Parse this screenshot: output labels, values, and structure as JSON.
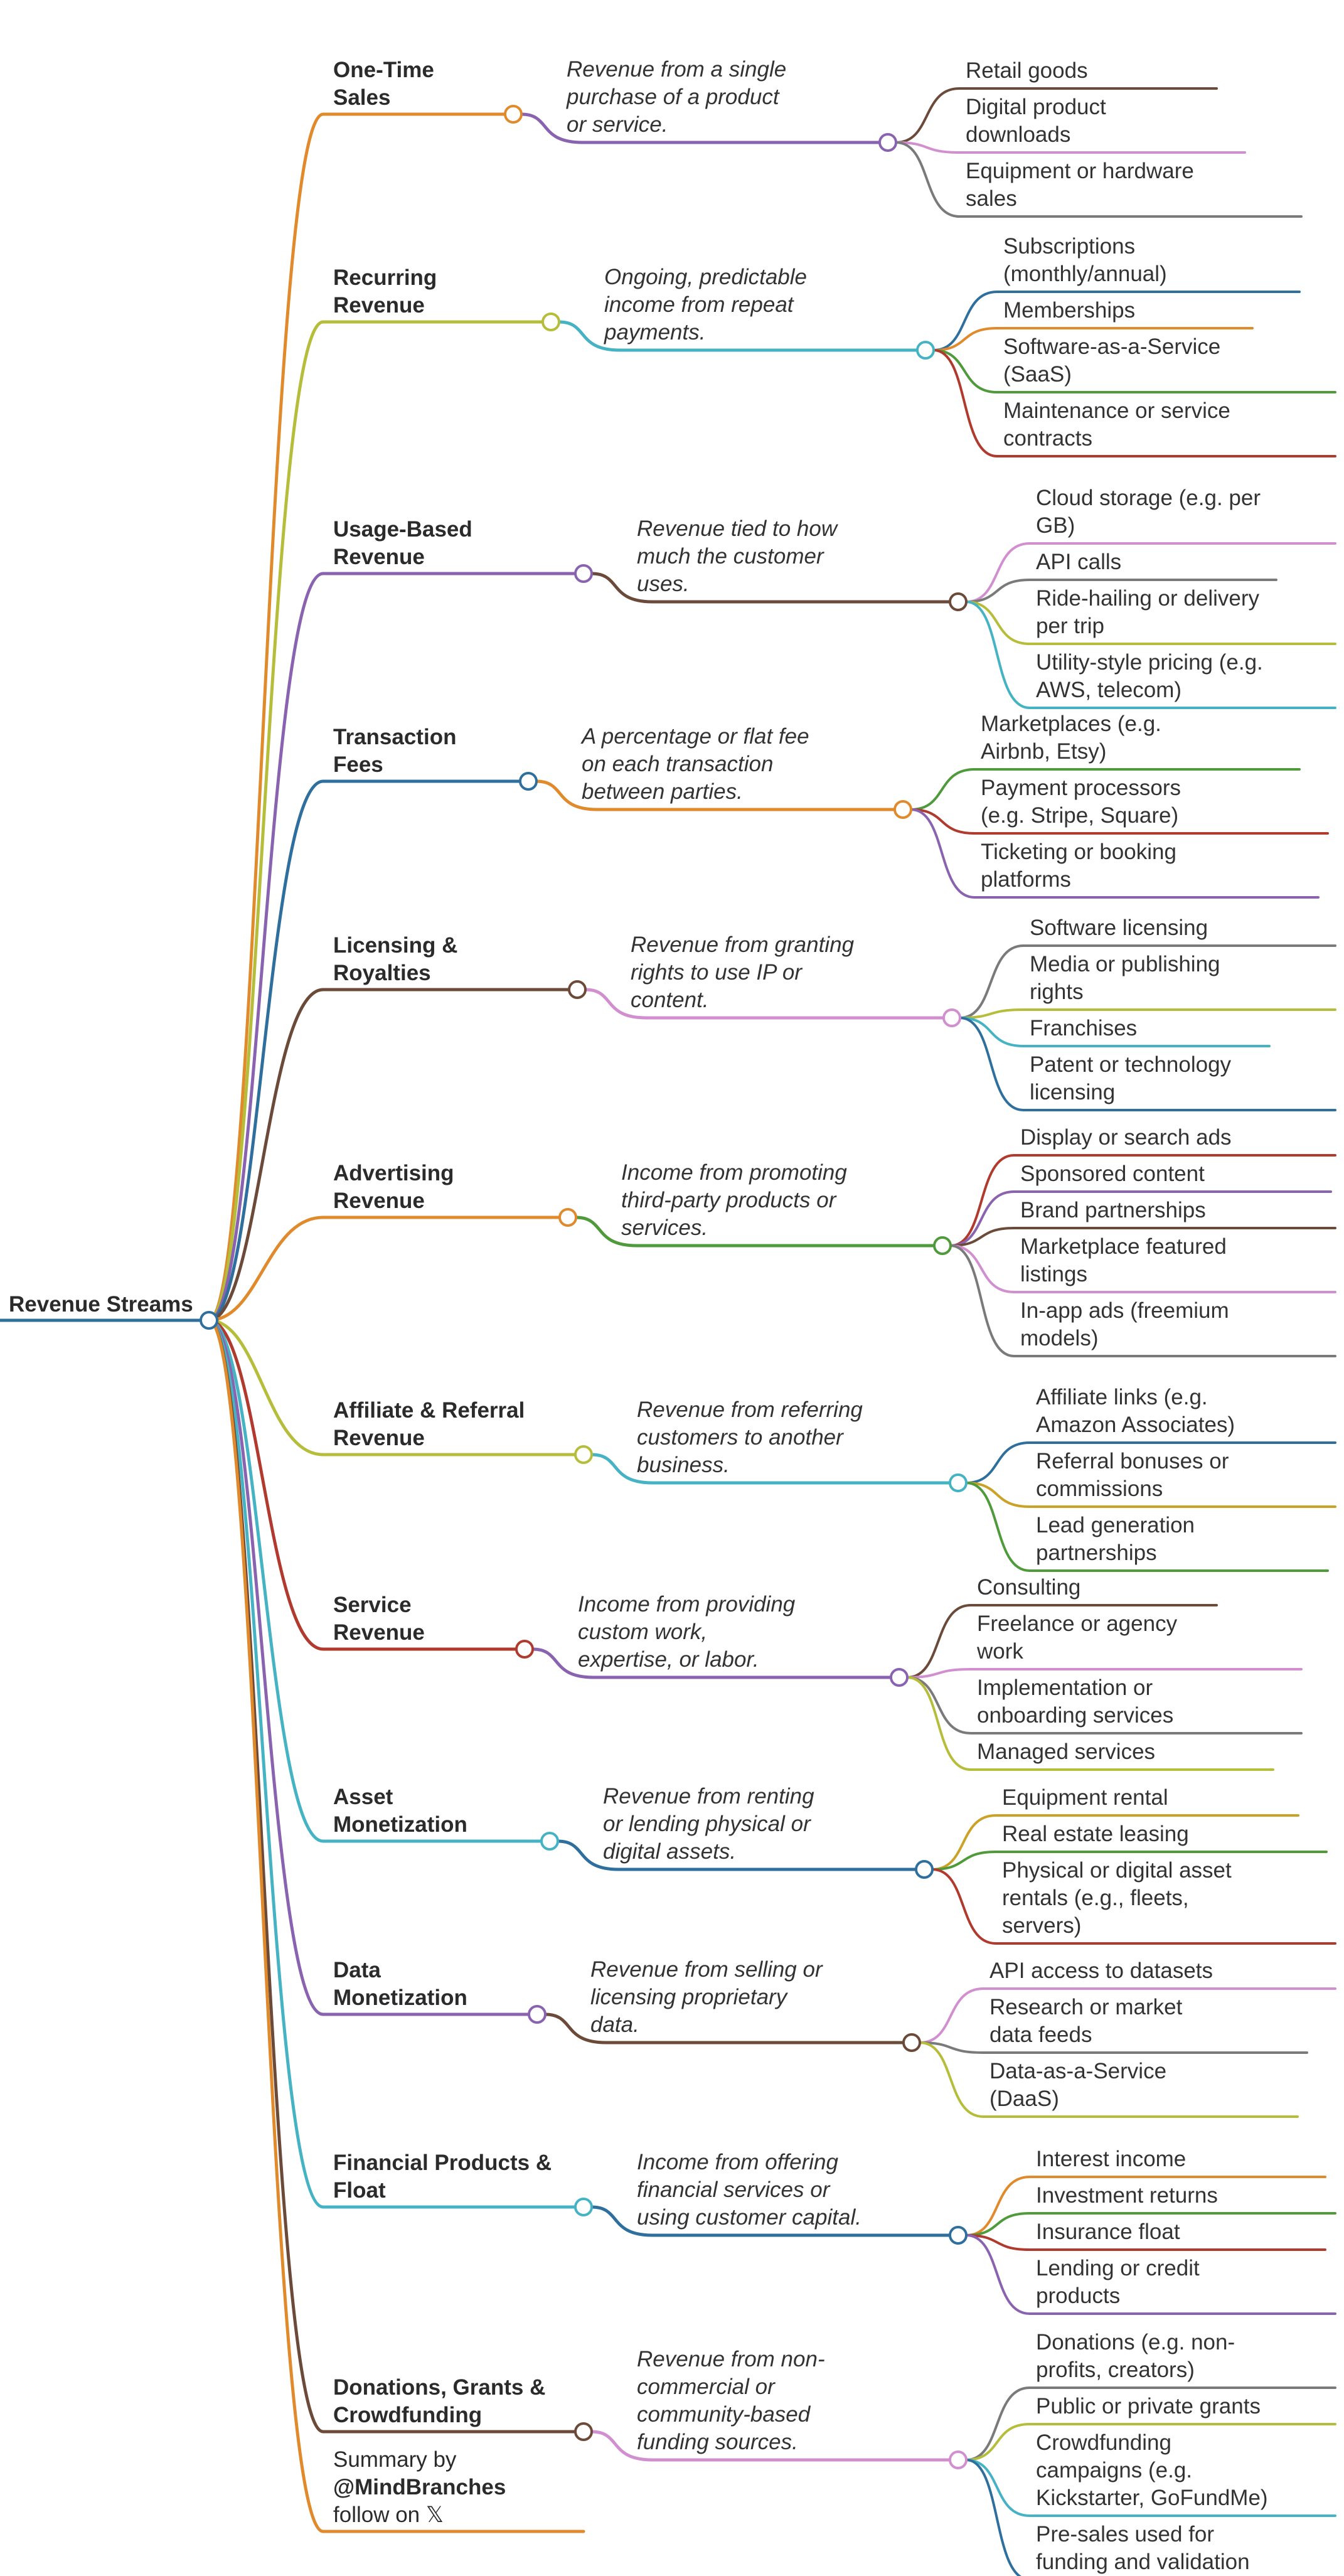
{
  "root": {
    "label": "Revenue Streams"
  },
  "colors": {
    "root": "#2e6f9e",
    "palette": [
      "#e08a2c",
      "#b5bd3a",
      "#8a63b0",
      "#2e6f9e",
      "#6b4a3a",
      "#e08a2c",
      "#b5bd3a",
      "#b03a2e",
      "#45b3c4",
      "#8a63b0",
      "#45b3c4",
      "#6b4a3a"
    ]
  },
  "branches": [
    {
      "label": "One-Time Sales",
      "desc_color": "#8a63b0",
      "description": [
        "Revenue from a single",
        "purchase of a product",
        "or service."
      ],
      "leaves": [
        {
          "lines": [
            "Retail goods"
          ],
          "color": "#6b4a3a"
        },
        {
          "lines": [
            "Digital product",
            "downloads"
          ],
          "color": "#d18fcf"
        },
        {
          "lines": [
            "Equipment or hardware",
            "sales"
          ],
          "color": "#7a7a7a"
        }
      ]
    },
    {
      "label": "Recurring Revenue",
      "desc_color": "#45b3c4",
      "description": [
        "Ongoing, predictable",
        "income from repeat",
        "payments."
      ],
      "leaves": [
        {
          "lines": [
            "Subscriptions",
            "(monthly/annual)"
          ],
          "color": "#2e6f9e"
        },
        {
          "lines": [
            "Memberships"
          ],
          "color": "#e08a2c"
        },
        {
          "lines": [
            "Software-as-a-Service",
            "(SaaS)"
          ],
          "color": "#4f9a3a"
        },
        {
          "lines": [
            "Maintenance or service",
            "contracts"
          ],
          "color": "#b03a2e"
        }
      ]
    },
    {
      "label": "Usage-Based Revenue",
      "desc_color": "#6b4a3a",
      "description": [
        "Revenue tied to how",
        "much the customer",
        "uses."
      ],
      "leaves": [
        {
          "lines": [
            "Cloud storage (e.g. per",
            "GB)"
          ],
          "color": "#d18fcf"
        },
        {
          "lines": [
            "API calls"
          ],
          "color": "#7a7a7a"
        },
        {
          "lines": [
            "Ride-hailing or delivery",
            "per trip"
          ],
          "color": "#b5bd3a"
        },
        {
          "lines": [
            "Utility-style pricing (e.g.",
            "AWS, telecom)"
          ],
          "color": "#45b3c4"
        }
      ]
    },
    {
      "label": "Transaction Fees",
      "desc_color": "#e08a2c",
      "description": [
        "A percentage or flat fee",
        "on each transaction",
        "between parties."
      ],
      "leaves": [
        {
          "lines": [
            "Marketplaces (e.g.",
            "Airbnb, Etsy)"
          ],
          "color": "#4f9a3a"
        },
        {
          "lines": [
            "Payment processors",
            "(e.g. Stripe, Square)"
          ],
          "color": "#b03a2e"
        },
        {
          "lines": [
            "Ticketing or booking",
            "platforms"
          ],
          "color": "#8a63b0"
        }
      ]
    },
    {
      "label": "Licensing & Royalties",
      "desc_color": "#d18fcf",
      "description": [
        "Revenue from granting",
        "rights to use IP or",
        "content."
      ],
      "leaves": [
        {
          "lines": [
            "Software licensing"
          ],
          "color": "#7a7a7a"
        },
        {
          "lines": [
            "Media or publishing",
            "rights"
          ],
          "color": "#b5bd3a"
        },
        {
          "lines": [
            "Franchises"
          ],
          "color": "#45b3c4"
        },
        {
          "lines": [
            "Patent or technology",
            "licensing"
          ],
          "color": "#2e6f9e"
        }
      ]
    },
    {
      "label": "Advertising Revenue",
      "desc_color": "#4f9a3a",
      "description": [
        "Income from promoting",
        "third-party products or",
        "services."
      ],
      "leaves": [
        {
          "lines": [
            "Display or search ads"
          ],
          "color": "#b03a2e"
        },
        {
          "lines": [
            "Sponsored content"
          ],
          "color": "#8a63b0"
        },
        {
          "lines": [
            "Brand partnerships"
          ],
          "color": "#6b4a3a"
        },
        {
          "lines": [
            "Marketplace featured",
            "listings"
          ],
          "color": "#d18fcf"
        },
        {
          "lines": [
            "In-app ads (freemium",
            "models)"
          ],
          "color": "#7a7a7a"
        }
      ]
    },
    {
      "label": "Affiliate & Referral Revenue",
      "desc_color": "#45b3c4",
      "description": [
        "Revenue from referring",
        "customers to another",
        "business."
      ],
      "leaves": [
        {
          "lines": [
            "Affiliate links (e.g.",
            "Amazon Associates)"
          ],
          "color": "#2e6f9e"
        },
        {
          "lines": [
            "Referral bonuses or",
            "commissions"
          ],
          "color": "#c9a227"
        },
        {
          "lines": [
            "Lead generation",
            "partnerships"
          ],
          "color": "#4f9a3a"
        }
      ]
    },
    {
      "label": "Service Revenue",
      "desc_color": "#8a63b0",
      "description": [
        "Income from providing",
        "custom work,",
        "expertise, or labor."
      ],
      "leaves": [
        {
          "lines": [
            "Consulting"
          ],
          "color": "#6b4a3a"
        },
        {
          "lines": [
            "Freelance or agency",
            "work"
          ],
          "color": "#d18fcf"
        },
        {
          "lines": [
            "Implementation or",
            "onboarding services"
          ],
          "color": "#7a7a7a"
        },
        {
          "lines": [
            "Managed services"
          ],
          "color": "#b5bd3a"
        }
      ]
    },
    {
      "label": "Asset Monetization",
      "desc_color": "#2e6f9e",
      "description": [
        "Revenue from renting",
        "or lending physical or",
        "digital assets."
      ],
      "leaves": [
        {
          "lines": [
            "Equipment rental"
          ],
          "color": "#c9a227"
        },
        {
          "lines": [
            "Real estate leasing"
          ],
          "color": "#4f9a3a"
        },
        {
          "lines": [
            "Physical or digital asset",
            "rentals (e.g., fleets,",
            "servers)"
          ],
          "color": "#b03a2e"
        }
      ]
    },
    {
      "label": "Data Monetization",
      "desc_color": "#6b4a3a",
      "description": [
        "Revenue from selling or",
        "licensing proprietary",
        "data."
      ],
      "leaves": [
        {
          "lines": [
            "API access to datasets"
          ],
          "color": "#d18fcf"
        },
        {
          "lines": [
            "Research or market",
            "data feeds"
          ],
          "color": "#7a7a7a"
        },
        {
          "lines": [
            "Data-as-a-Service",
            "(DaaS)"
          ],
          "color": "#b5bd3a"
        }
      ]
    },
    {
      "label": "Financial Products & Float",
      "desc_color": "#2e6f9e",
      "description": [
        "Income from offering",
        "financial services or",
        "using customer capital."
      ],
      "leaves": [
        {
          "lines": [
            "Interest income"
          ],
          "color": "#e08a2c"
        },
        {
          "lines": [
            "Investment returns"
          ],
          "color": "#4f9a3a"
        },
        {
          "lines": [
            "Insurance float"
          ],
          "color": "#b03a2e"
        },
        {
          "lines": [
            "Lending or credit",
            "products"
          ],
          "color": "#8a63b0"
        }
      ]
    },
    {
      "label": "Donations, Grants & Crowdfunding",
      "desc_color": "#d18fcf",
      "description": [
        "Revenue from non-",
        "commercial or",
        "community-based",
        "funding sources."
      ],
      "leaves": [
        {
          "lines": [
            "Donations (e.g. non-",
            "profits, creators)"
          ],
          "color": "#7a7a7a"
        },
        {
          "lines": [
            "Public or private grants"
          ],
          "color": "#b5bd3a"
        },
        {
          "lines": [
            "Crowdfunding",
            "campaigns (e.g.",
            "Kickstarter, GoFundMe)"
          ],
          "color": "#45b3c4"
        },
        {
          "lines": [
            "Pre-sales used for",
            "funding and validation"
          ],
          "color": "#2e6f9e"
        }
      ]
    }
  ],
  "footer": {
    "line1": "Summary by",
    "handle": "@MindBranches",
    "line2": "follow on 𝕏",
    "color": "#e08a2c"
  }
}
